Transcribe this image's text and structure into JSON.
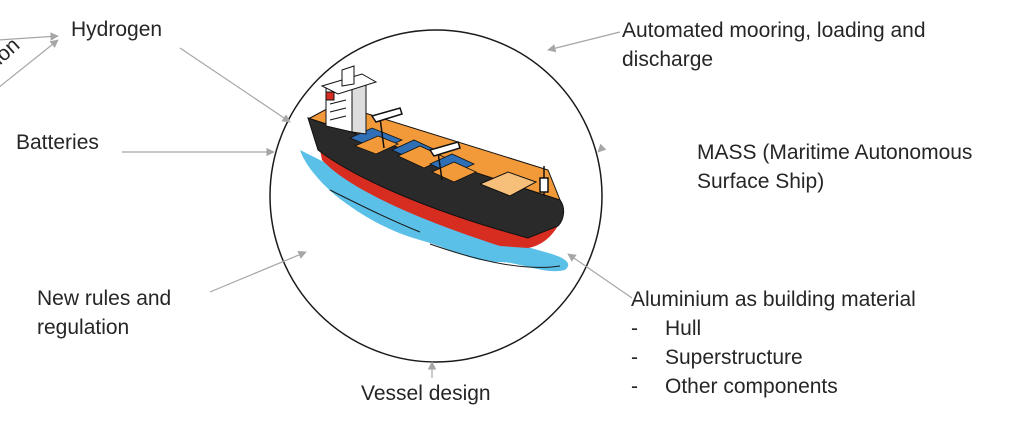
{
  "diagram": {
    "partial_label": "ion",
    "labels": {
      "hydrogen": "Hydrogen",
      "batteries": "Batteries",
      "new_rules": [
        "New rules and",
        "regulation"
      ],
      "vessel_design": "Vessel design",
      "automated": [
        "Automated mooring, loading and",
        "discharge"
      ],
      "mass": [
        "MASS (Maritime Autonomous",
        "Surface Ship)"
      ],
      "aluminium": {
        "title": "Aluminium as building material",
        "items": [
          "Hull",
          "Superstructure",
          "Other components"
        ],
        "bullet": "-"
      }
    },
    "colors": {
      "text": "#262626",
      "arrow": "#a6a6a6",
      "hull_orange": "#f29a3a",
      "hull_black": "#2a2a2a",
      "hull_red": "#d62d20",
      "water": "#5bc0e8",
      "container_blue": "#2e6fb5"
    }
  }
}
